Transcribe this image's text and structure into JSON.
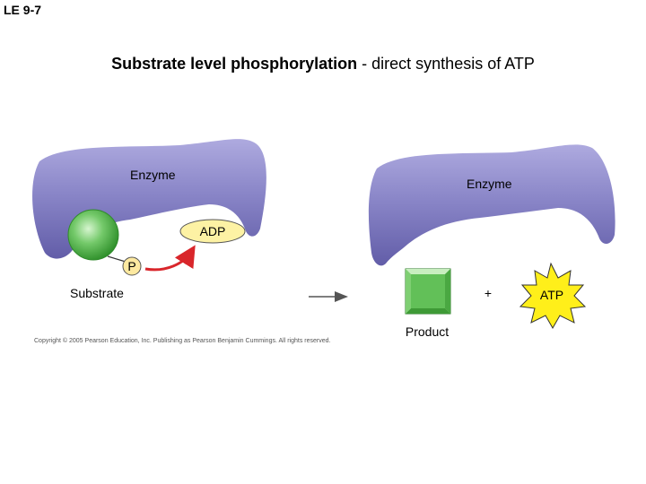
{
  "slide_label": "LE 9-7",
  "title": {
    "bold": "Substrate level phosphorylation",
    "rest": " - direct synthesis of ATP"
  },
  "labels": {
    "enzyme_left": "Enzyme",
    "enzyme_right": "Enzyme",
    "adp": "ADP",
    "phosphate": "P",
    "substrate": "Substrate",
    "plus": "+",
    "atp": "ATP",
    "product": "Product"
  },
  "copyright": "Copyright © 2005 Pearson Education, Inc. Publishing as Pearson Benjamin Cummings. All rights reserved.",
  "colors": {
    "enzyme": "#8a86c8",
    "enzyme_dark": "#5f5aa6",
    "substrate_green": "#3fae3a",
    "adp_fill": "#fdf2a4",
    "phosphate_fill": "#fde9a0",
    "arrow_red": "#d9262b",
    "product_green": "#5cbf52",
    "atp_yellow": "#ffef1a"
  }
}
